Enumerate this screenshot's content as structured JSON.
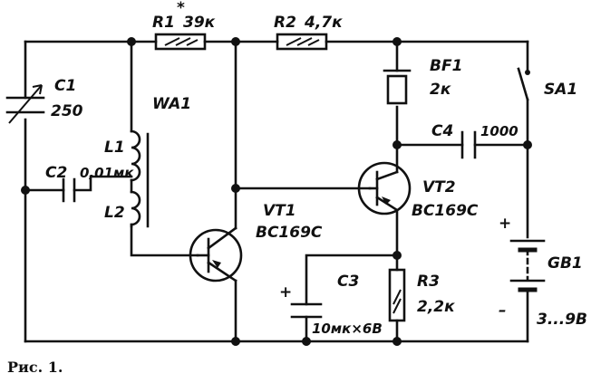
{
  "caption": "Рис. 1.",
  "components": {
    "r1": {
      "ref": "R1",
      "value": "39к",
      "mark": "*"
    },
    "r2": {
      "ref": "R2",
      "value": "4,7к"
    },
    "r3": {
      "ref": "R3",
      "value": "2,2к"
    },
    "c1": {
      "ref": "C1",
      "value": "250"
    },
    "c2": {
      "ref": "C2",
      "value": "0,01мк"
    },
    "c3": {
      "ref": "C3",
      "value": "10мк×6В",
      "polarity": "+"
    },
    "c4": {
      "ref": "C4",
      "value": "1000"
    },
    "wa1": {
      "ref": "WA1"
    },
    "l1": {
      "ref": "L1"
    },
    "l2": {
      "ref": "L2"
    },
    "vt1": {
      "ref": "VT1",
      "type": "ВС169С"
    },
    "vt2": {
      "ref": "VT2",
      "type": "ВС169С"
    },
    "bf1": {
      "ref": "BF1",
      "value": "2к"
    },
    "sa1": {
      "ref": "SA1"
    },
    "gb1": {
      "ref": "GB1",
      "value": "3...9В",
      "plus": "+",
      "minus": "–"
    }
  }
}
